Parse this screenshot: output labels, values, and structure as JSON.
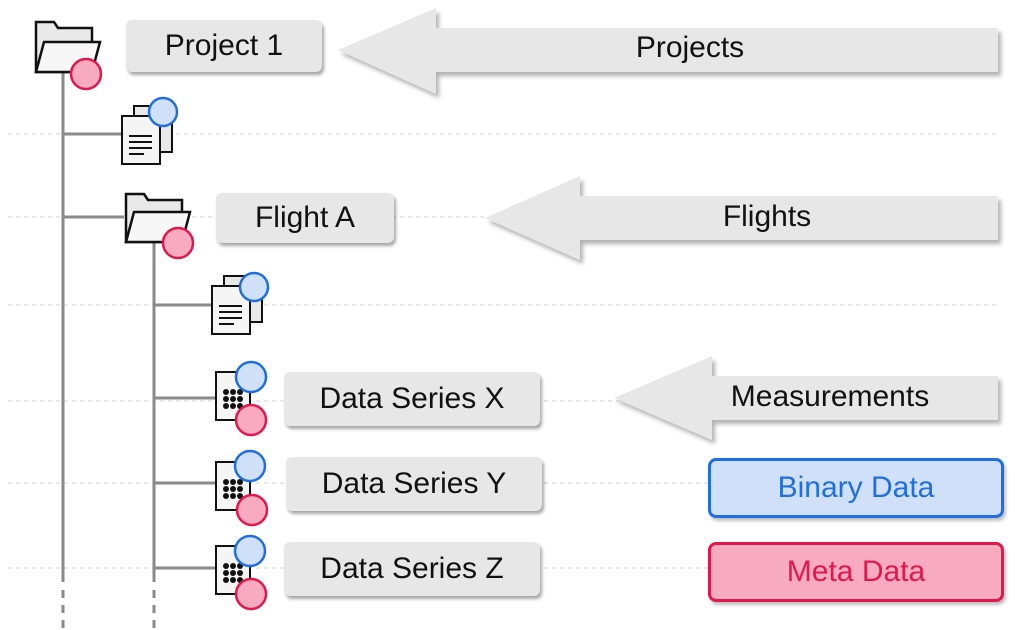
{
  "nodes": {
    "project": "Project 1",
    "flight": "Flight A",
    "series_x": "Data Series X",
    "series_y": "Data Series Y",
    "series_z": "Data Series Z"
  },
  "arrows": {
    "projects": "Projects",
    "flights": "Flights",
    "measurements": "Measurements"
  },
  "legend": {
    "binary": "Binary Data",
    "meta": "Meta Data"
  },
  "colors": {
    "binary_fill": "#cfe0f8",
    "binary_stroke": "#1f6fe0",
    "binary_text": "#1f6fe0",
    "meta_fill": "#f8aac0",
    "meta_stroke": "#e0184e",
    "meta_text": "#e0184e",
    "tree_line": "#8a8a8a",
    "arrow_fill": "#e7e7e7"
  }
}
